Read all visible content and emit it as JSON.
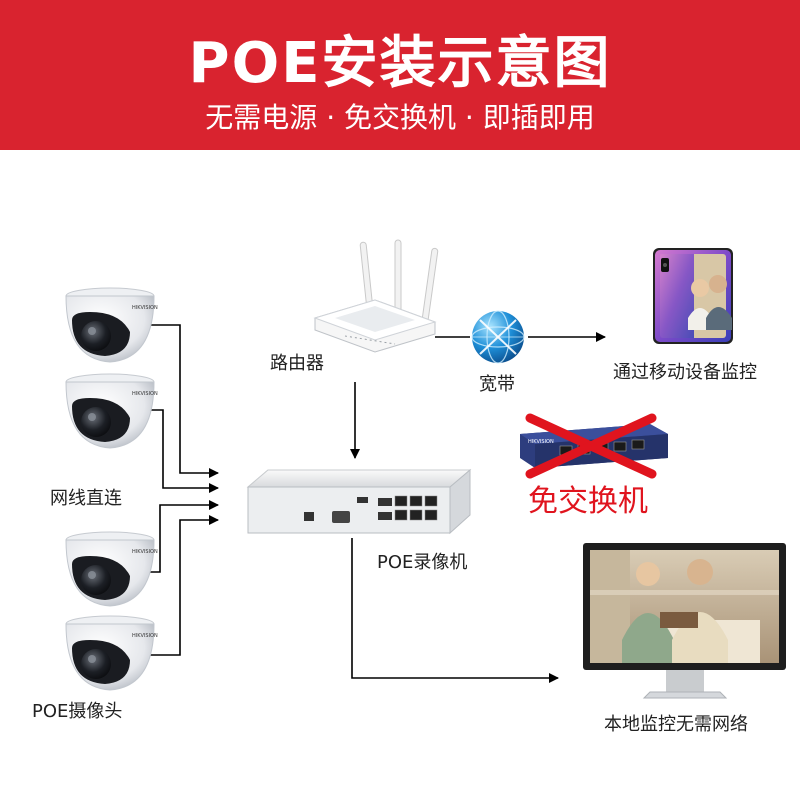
{
  "header": {
    "title": "POE安装示意图",
    "subtitle": "无需电源 · 免交换机 · 即插即用"
  },
  "labels": {
    "router": "路由器",
    "broadband": "宽带",
    "mobile": "通过移动设备监控",
    "no_switch": "免交换机",
    "cable_direct": "网线直连",
    "nvr": "POE录像机",
    "cameras": "POE摄像头",
    "local_monitor": "本地监控无需网络"
  },
  "colors": {
    "banner": "#d9232f",
    "cross": "#e0141e",
    "arrow": "#000000"
  },
  "icons": [
    "dome-camera-icon",
    "router-icon",
    "globe-icon",
    "phone-icon",
    "switch-icon",
    "nvr-icon",
    "monitor-icon"
  ]
}
